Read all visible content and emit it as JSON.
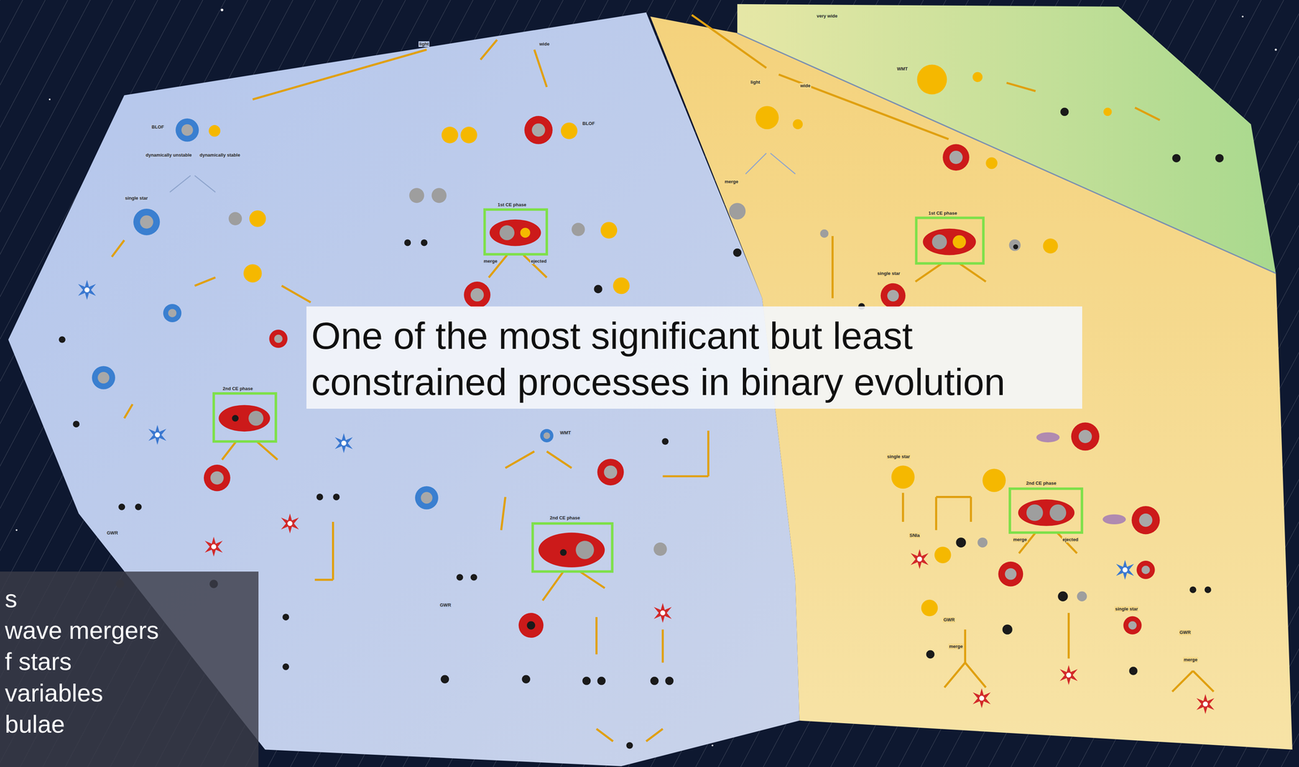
{
  "diagram": {
    "nodes": [
      {
        "text": [
          "One of the most significant but least constrained processes in binary evolution"
        ]
      },
      {
        "text": [
          "s",
          "wave mergers",
          "f stars",
          "variables",
          "bulae"
        ]
      }
    ],
    "labels": [
      "light",
      "wide",
      "single star",
      "dynamically unstable",
      "dynamically stable",
      "1st CE phase",
      "merge",
      "ejected",
      "2nd CE phase",
      "2nd CE phase",
      "BLOF",
      "BLOF",
      "GWR",
      "GWR",
      "very wide",
      "light",
      "wide",
      "1st CE phase",
      "single star",
      "merge",
      "2nd CE phase",
      "merge",
      "ejected",
      "single star",
      "SNIa",
      "GWR",
      "merge",
      "GWR",
      "merge",
      "single star",
      "WMT",
      "WMT"
    ]
  }
}
